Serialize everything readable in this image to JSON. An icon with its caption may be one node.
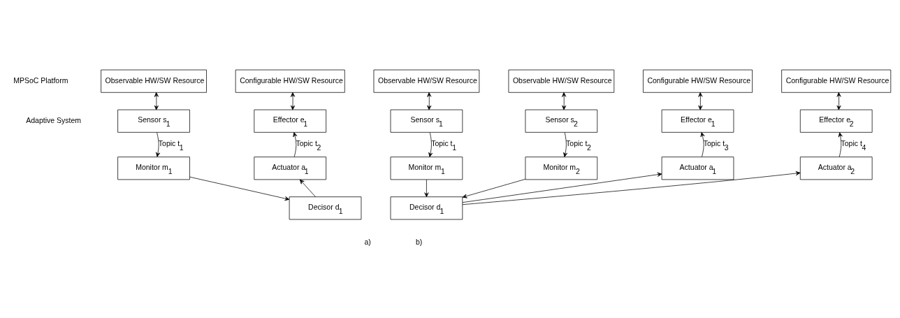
{
  "diagram": {
    "nodes": [
      {
        "text": [
          "Observable HW/SW Resource"
        ]
      },
      {
        "text": [
          "Configurable HW/SW Resource"
        ]
      },
      {
        "text": [
          "Observable HW/SW Resource"
        ]
      },
      {
        "text": [
          "Observable HW/SW Resource"
        ]
      },
      {
        "text": [
          "Configurable HW/SW Resource"
        ]
      },
      {
        "text": [
          "Configurable HW/SW Resource"
        ]
      },
      {
        "text": [
          "Sensor s$_{1}$"
        ]
      },
      {
        "text": [
          "Effector e$_{1}$"
        ]
      },
      {
        "text": [
          "Sensor s$_{1}$"
        ]
      },
      {
        "text": [
          "Sensor s$_{2}$"
        ]
      },
      {
        "text": [
          "Effector e$_{1}$"
        ]
      },
      {
        "text": [
          "Effector e$_{2}$"
        ]
      },
      {
        "text": [
          "Monitor m$_{1}$"
        ]
      },
      {
        "text": [
          "Actuator a$_{1}$"
        ]
      },
      {
        "text": [
          "Monitor m$_{1}$"
        ]
      },
      {
        "text": [
          "Monitor m$_{2}$"
        ]
      },
      {
        "text": [
          "Actuator a$_{1}$"
        ]
      },
      {
        "text": [
          "Actuator a$_{2}$"
        ]
      },
      {
        "text": [
          "Decisor d$_{1}$"
        ]
      },
      {
        "text": [
          "Decisor d$_{1}$"
        ]
      }
    ],
    "edges": [
      {
        "from": 0,
        "to": 6,
        "arrow": "both"
      },
      {
        "from": 1,
        "to": 7,
        "arrow": "both"
      },
      {
        "from": 2,
        "to": 8,
        "arrow": "both"
      },
      {
        "from": 3,
        "to": 9,
        "arrow": "both"
      },
      {
        "from": 4,
        "to": 10,
        "arrow": "both"
      },
      {
        "from": 5,
        "to": 11,
        "arrow": "both"
      },
      {
        "from": 6,
        "to": 12,
        "arrow": "to",
        "label": "Topic t$_{1}$"
      },
      {
        "from": 13,
        "to": 7,
        "arrow": "to",
        "label": "Topic t$_{2}$"
      },
      {
        "from": 8,
        "to": 14,
        "arrow": "to",
        "label": "Topic t$_{1}$"
      },
      {
        "from": 9,
        "to": 15,
        "arrow": "to",
        "label": "Topic t$_{2}$"
      },
      {
        "from": 16,
        "to": 10,
        "arrow": "to",
        "label": "Topic t$_{3}$"
      },
      {
        "from": 17,
        "to": 11,
        "arrow": "to",
        "label": "Topic t$_{4}$"
      },
      {
        "from": 12,
        "to": 18,
        "arrow": "to"
      },
      {
        "from": 18,
        "to": 13,
        "arrow": "to"
      },
      {
        "from": 14,
        "to": 19,
        "arrow": "to"
      },
      {
        "from": 15,
        "to": 19,
        "arrow": "to"
      },
      {
        "from": 19,
        "to": 16,
        "arrow": "to"
      },
      {
        "from": 19,
        "to": 17,
        "arrow": "to"
      }
    ],
    "labels": [
      "MPSoC Platform",
      "Adaptive System",
      "a)",
      "b)"
    ]
  }
}
